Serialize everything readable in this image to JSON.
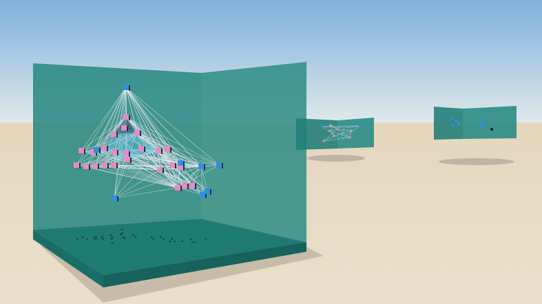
{
  "scene": {
    "description_free": true,
    "colors": {
      "sky_top": "#7fb0dc",
      "sky_bottom": "#d8e6ee",
      "ground": "#e8dbc2",
      "panel": "#1f7f78",
      "panel_dark": "#156760",
      "node_pink": "#e889c6",
      "node_blue": "#2f8fe0",
      "edge": "#e7e7f0",
      "shadow": "#bfb4a3"
    }
  },
  "main_graph": {
    "icon": "3d-graph-node",
    "node_count_pink": 24,
    "node_count_blue": 8
  },
  "distant_graphs": [
    {
      "icon": "3d-graph-panel-thumbnail"
    },
    {
      "icon": "3d-graph-panel-thumbnail"
    }
  ]
}
